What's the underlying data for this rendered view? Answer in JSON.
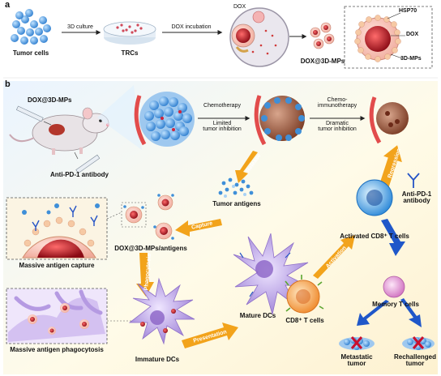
{
  "panel_a": {
    "letter": "a",
    "tumor_cells": "Tumor cells",
    "culture": "3D culture",
    "trcs": "TRCs",
    "dox_incubation": "DOX incubation",
    "dox": "DOX",
    "dox_mps": "DOX@3D-MPs",
    "inset_hsp70": "HSP70",
    "inset_dox": "DOX",
    "inset_mps": "3D-MPs"
  },
  "panel_b": {
    "letter": "b",
    "dox_mps": "DOX@3D-MPs",
    "anti_pd1": "Anti-PD-1 antibody",
    "chemotherapy": "Chemotherapy",
    "limited": "Limited\ntumor inhibition",
    "chemo_immuno": "Chemo-\nimmunotherapy",
    "dramatic": "Dramatic\ntumor inhibition",
    "release": "Release",
    "tumor_antigens": "Tumor antigens",
    "regression": "Regression",
    "anti_pd1_right": "Anti-PD-1\nantibody",
    "capture": "Capture",
    "dox_mps_antigens": "DOX@3D-MPs/antigens",
    "massive_capture": "Massive antigen capture",
    "activated_cd8": "Activated CD8⁺ T cells",
    "activation": "Activation",
    "phagocytosis": "Phagocytosis",
    "mature_dcs": "Mature DCs",
    "cd8": "CD8⁺ T cells",
    "memory_t": "Memory T cells",
    "presentation": "Presentation",
    "massive_phago": "Massive antigen phagocytosis",
    "immature_dcs": "Immature DCs",
    "metastatic": "Metastatic\ntumor",
    "rechallenged": "Rechallenged\ntumor"
  },
  "colors": {
    "tumor_blue": "#3f8fd8",
    "dox_red": "#c8102e",
    "arrow_orange": "#f2a31b",
    "arrow_blue": "#1f57c9",
    "dc_purple": "#b79be0",
    "tcell_orange": "#f5a35a",
    "memory_pink": "#e79ad6",
    "background_b": "#fdf6d8"
  }
}
